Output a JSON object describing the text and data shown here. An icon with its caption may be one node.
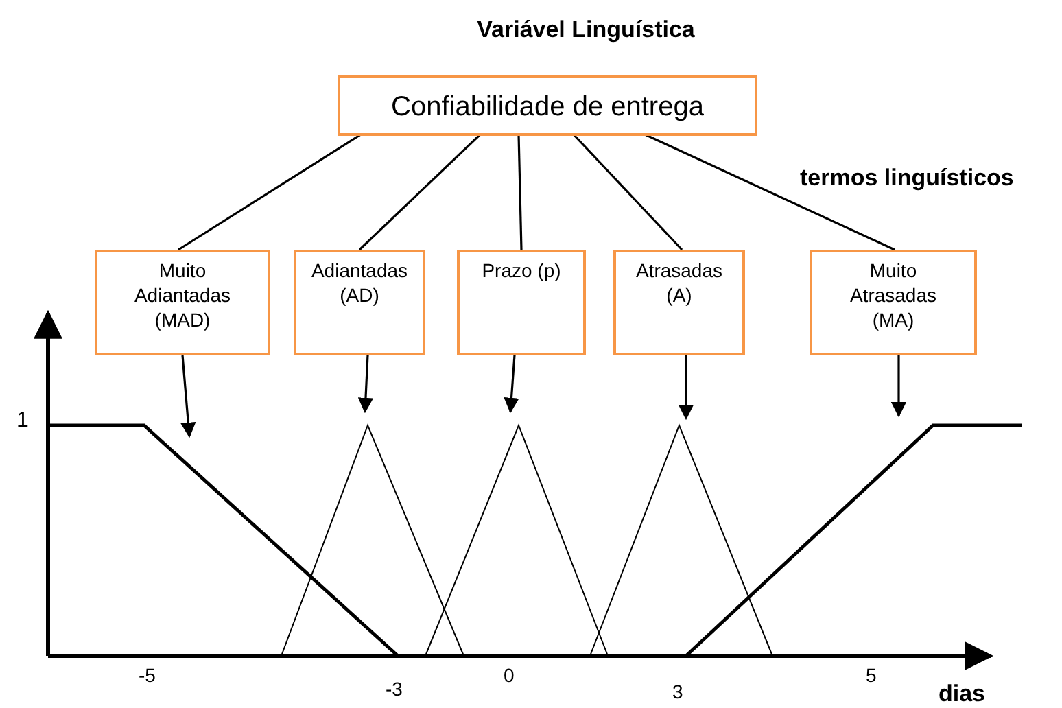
{
  "diagram": {
    "title": "Variável Linguística",
    "nodes": [
      {
        "text": [
          "Confiabilidade de entrega"
        ]
      },
      {
        "text": [
          "Muito Adiantadas (MAD)"
        ]
      },
      {
        "text": [
          "Adiantadas (AD)"
        ]
      },
      {
        "text": [
          "Prazo (p)"
        ]
      },
      {
        "text": [
          "Atrasadas (A)"
        ]
      },
      {
        "text": [
          "Muito Atrasadas (MA)"
        ]
      },
      {
        "text": [],
        "shape": "line"
      },
      {
        "text": [],
        "shape": "triangle"
      },
      {
        "text": [],
        "shape": "triangle"
      },
      {
        "text": [],
        "shape": "triangle"
      },
      {
        "text": [],
        "shape": "line"
      }
    ],
    "edges": [
      {
        "from": 0,
        "to": 1,
        "arrow": "none"
      },
      {
        "from": 0,
        "to": 2,
        "arrow": "none"
      },
      {
        "from": 0,
        "to": 3,
        "arrow": "none"
      },
      {
        "from": 0,
        "to": 4,
        "arrow": "none"
      },
      {
        "from": 0,
        "to": 5,
        "arrow": "none"
      },
      {
        "from": 1,
        "to": 6,
        "arrow": "to"
      },
      {
        "from": 2,
        "to": 7,
        "arrow": "to"
      },
      {
        "from": 3,
        "to": 8,
        "arrow": "to"
      },
      {
        "from": 4,
        "to": 9,
        "arrow": "to"
      },
      {
        "from": 5,
        "to": 10,
        "arrow": "to"
      }
    ],
    "labels": [
      "termos linguísticos",
      "1",
      "-5",
      "-3",
      "0",
      "3",
      "5",
      "dias"
    ]
  }
}
